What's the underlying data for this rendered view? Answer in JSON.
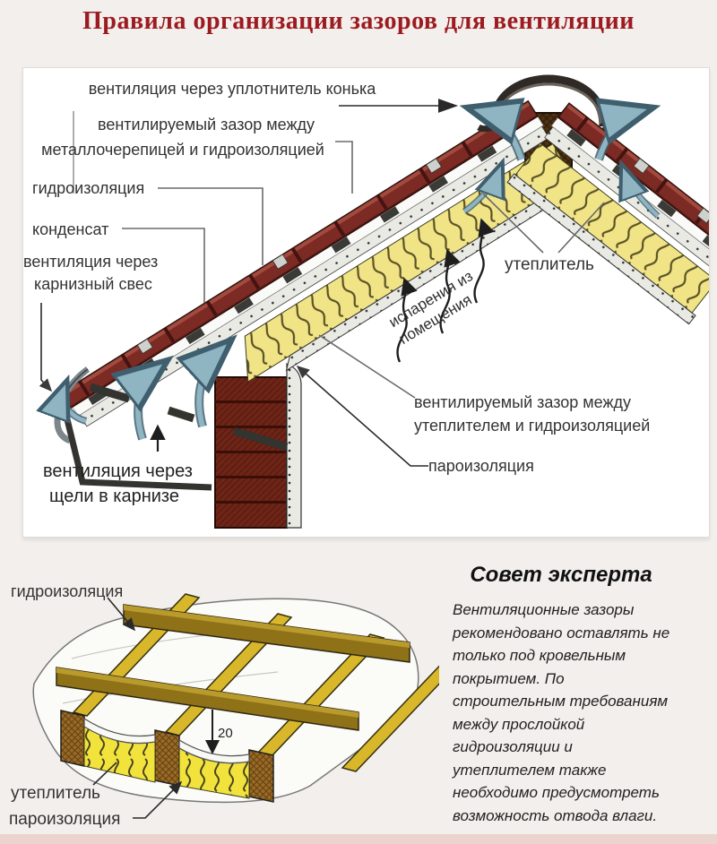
{
  "title": "Правила организации зазоров для вентиляции",
  "roof_diagram": {
    "labels": {
      "ridge_seal_vent": "вентиляция через уплотнитель конька",
      "tile_gap_line1": "вентилируемый зазор между",
      "tile_gap_line2": "металлочерепицей и гидроизоляцией",
      "waterproofing": "гидроизоляция",
      "condensate": "конденсат",
      "eaves_overhang_vent_line1": "вентиляция через",
      "eaves_overhang_vent_line2": "карнизный свес",
      "insulation": "утеплитель",
      "room_vapors_line1": "испарения из",
      "room_vapors_line2": "помещения",
      "insulation_gap_line1": "вентилируемый зазор между",
      "insulation_gap_line2": "утеплителем и гидроизоляцией",
      "vapor_barrier": "пароизоляция",
      "cornice_slots_vent_line1": "вентиляция через",
      "cornice_slots_vent_line2": "щели в карнизе"
    }
  },
  "lathing_diagram": {
    "labels": {
      "waterproofing": "гидроизоляция",
      "insulation": "утеплитель",
      "vapor_barrier": "пароизоляция",
      "gap_size_mm": "20"
    }
  },
  "expert_advice": {
    "heading": "Совет эксперта",
    "body": "Вентиляционные зазоры рекомендовано оставлять не только под кровельным покрытием. По строительным требованиям между прослойкой гидроизоляции и утеплителем также необходимо предусмотреть возможность отвода влаги."
  },
  "colors": {
    "title": "#9c1b20",
    "metal_tile": "#7c2a24",
    "insulation_yellow": "#f1e487",
    "brick": "#6e2416",
    "airflow_blue": "#8fb4c2",
    "wood_light": "#d8b72b",
    "wood_dark": "#8f7117",
    "label_text": "#333333"
  }
}
